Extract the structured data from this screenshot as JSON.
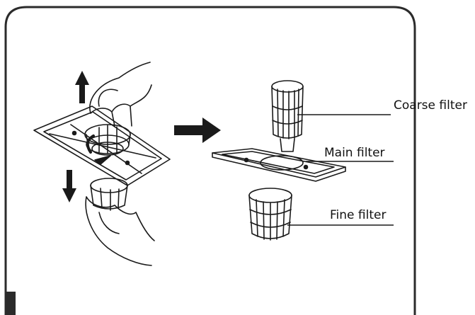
{
  "labels": {
    "coarse_filter": "Coarse filter",
    "main_filter": "Main filter",
    "fine_filter": "Fine filter"
  },
  "colors": {
    "stroke": "#1a1a1a",
    "frame_stroke": "#2b2b2b",
    "background": "#ffffff"
  },
  "icons": {
    "up_arrow": "arrow-up-icon",
    "down_arrow": "arrow-down-icon",
    "next_step_arrow": "arrow-right-icon"
  }
}
